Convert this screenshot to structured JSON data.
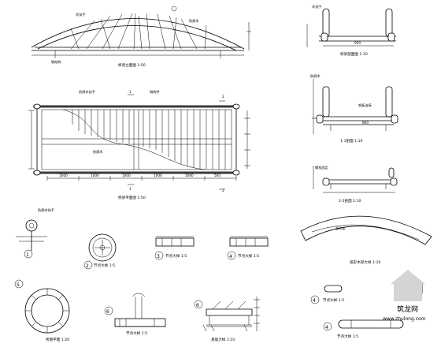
{
  "drawing": {
    "elevation_title": "桥梁立面图 1:50",
    "plan_title": "桥梁平面图 1:50",
    "section_1_title": "桥梁剖面图 1:10",
    "section_2_title": "1-1剖面 1:10",
    "section_3_title": "2-2剖面 1:10",
    "curve_title": "弧形木梁大样 1:10",
    "plan_dims": [
      "1000",
      "1000",
      "1000",
      "1000",
      "1000",
      "500"
    ],
    "detail_numbers": [
      "1",
      "2",
      "3",
      "4",
      "5",
      "6",
      "4",
      "4"
    ],
    "detail_titles": [
      "节点大样 1:5",
      "节点大样 1:5",
      "节点大样 1:5",
      "节点大样 1:5",
      "节点大样 1:5",
      "桥墩平面 1:20",
      "基础大样 1:10"
    ],
    "side_labels": [
      "木扶手",
      "防腐木",
      "钢板连接",
      "螺栓固定",
      "防腐木扶手",
      "钢构件"
    ],
    "section_marks": [
      "1",
      "1",
      "2",
      "2"
    ]
  },
  "watermark": {
    "text": "筑龙网",
    "url": "www.zhulong.com",
    "color": "#bdbdbd",
    "icon": "house-icon"
  }
}
